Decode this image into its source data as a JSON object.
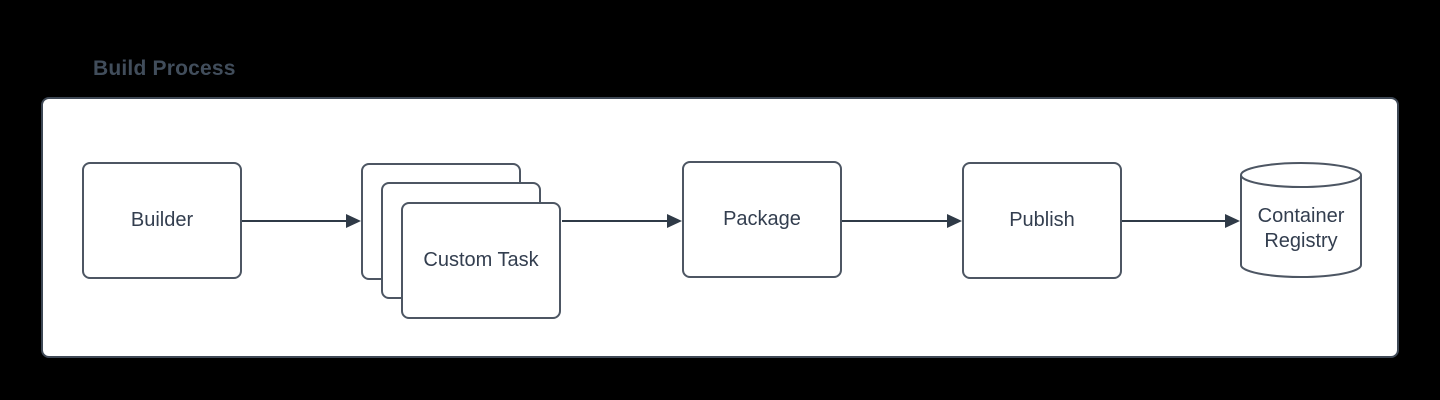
{
  "title": "Build Process",
  "colors": {
    "background": "#000000",
    "canvas_fill": "#ffffff",
    "canvas_border": "#3e4855",
    "node_border": "#4d5663",
    "node_text": "#333e4f",
    "title_text": "#414d5b",
    "connector": "#2f3a47"
  },
  "diagram": {
    "type": "flowchart",
    "nodes": [
      {
        "id": "builder",
        "label": "Builder",
        "shape": "rounded-rectangle"
      },
      {
        "id": "custom-task",
        "label": "Custom Task",
        "shape": "stacked-rounded-rectangles",
        "stack_count": 3
      },
      {
        "id": "package",
        "label": "Package",
        "shape": "rounded-rectangle"
      },
      {
        "id": "publish",
        "label": "Publish",
        "shape": "rounded-rectangle"
      },
      {
        "id": "container-registry",
        "label": "Container Registry",
        "shape": "cylinder"
      }
    ],
    "edges": [
      {
        "from": "builder",
        "to": "custom-task",
        "arrow": "filled-triangle"
      },
      {
        "from": "custom-task",
        "to": "package",
        "arrow": "filled-triangle"
      },
      {
        "from": "package",
        "to": "publish",
        "arrow": "filled-triangle"
      },
      {
        "from": "publish",
        "to": "container-registry",
        "arrow": "filled-triangle"
      }
    ]
  }
}
